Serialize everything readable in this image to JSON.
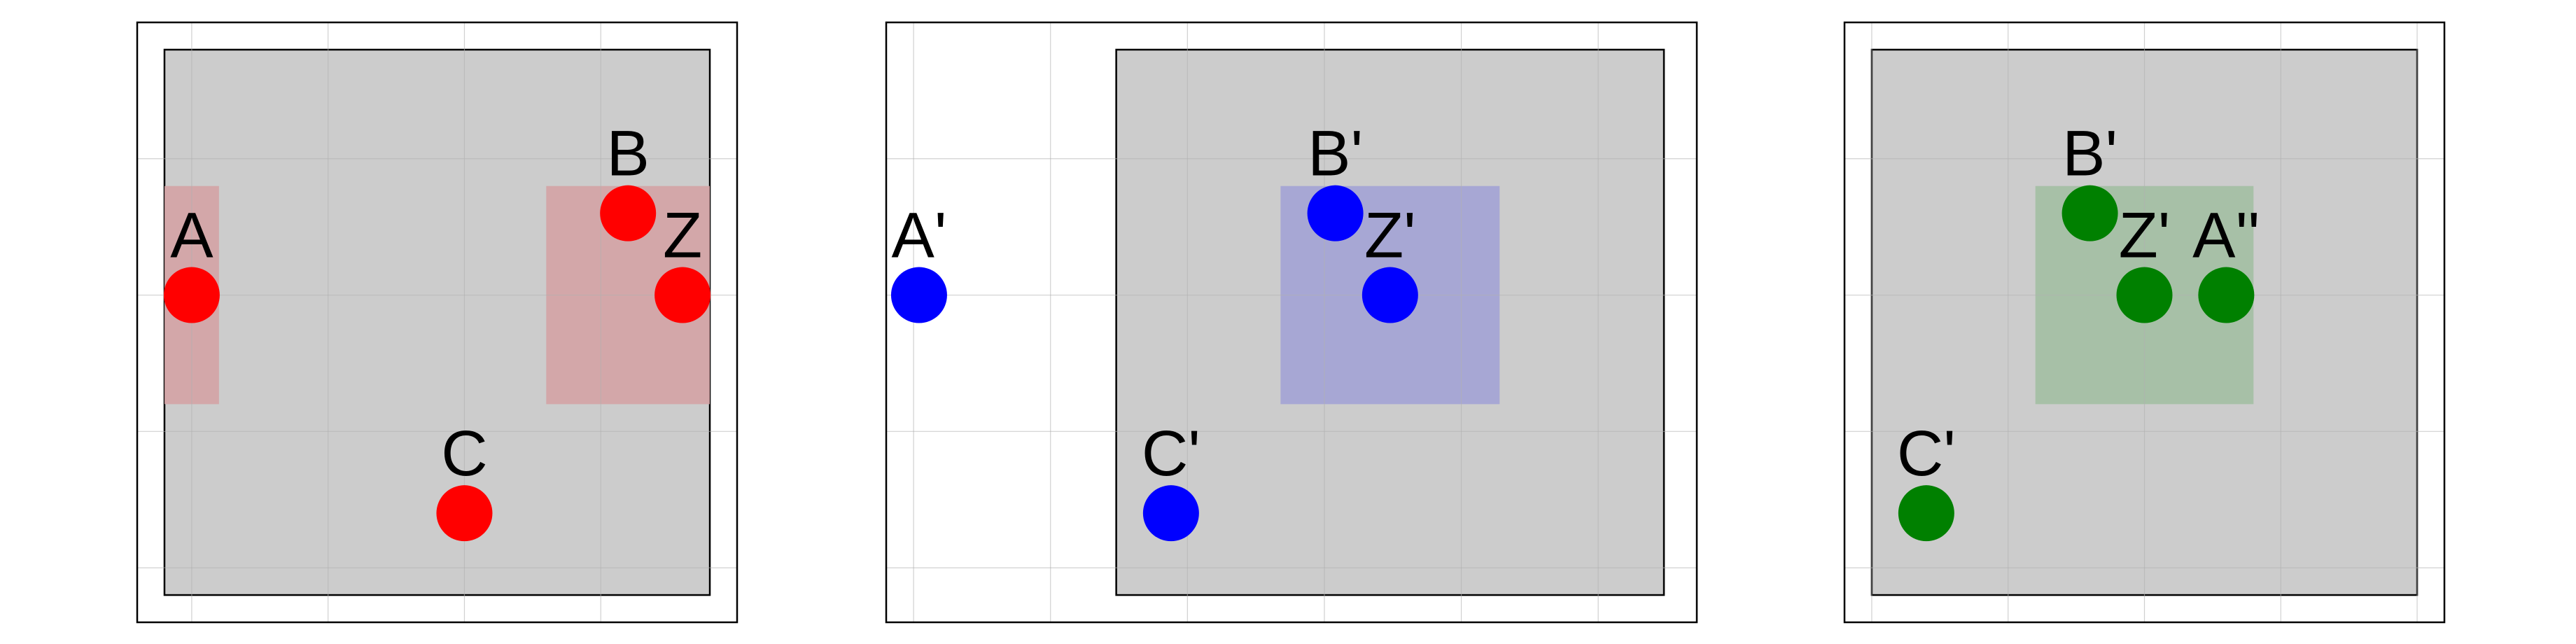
{
  "panels": [
    {
      "id": "left",
      "xlim": [
        -1,
        10
      ],
      "ylim": [
        -1,
        10
      ],
      "gray_box": [
        -0.5,
        9.5,
        -0.5,
        9.5
      ],
      "highlight_color": "#d4a3a5",
      "highlights": [
        [
          -0.5,
          0.5,
          3,
          7
        ],
        [
          6.5,
          9.5,
          3,
          7
        ]
      ],
      "point_color": "#ff0000",
      "points": [
        {
          "label": "A",
          "x": 0,
          "y": 5
        },
        {
          "label": "B",
          "x": 8,
          "y": 6.5
        },
        {
          "label": "Z",
          "x": 9,
          "y": 5
        },
        {
          "label": "C",
          "x": 5,
          "y": 1
        }
      ]
    },
    {
      "id": "middle",
      "xlim": [
        -13,
        1.8
      ],
      "ylim": [
        -1,
        10
      ],
      "gray_box": [
        -8.8,
        1.2,
        -0.5,
        9.5
      ],
      "highlight_color": "#a3a3d5",
      "highlights": [
        [
          -5.8,
          -1.8,
          3,
          7
        ]
      ],
      "point_color": "#0000ff",
      "points": [
        {
          "label": "A'",
          "x": -12.4,
          "y": 5
        },
        {
          "label": "B'",
          "x": -4.8,
          "y": 6.5
        },
        {
          "label": "Z'",
          "x": -3.8,
          "y": 5
        },
        {
          "label": "C'",
          "x": -7.8,
          "y": 1
        }
      ]
    },
    {
      "id": "right",
      "xlim": [
        -13,
        -2
      ],
      "ylim": [
        -1,
        10
      ],
      "gray_box": [
        -12.5,
        -2.5,
        -0.5,
        9.5
      ],
      "highlight_color": "#a3bfa3",
      "highlights": [
        [
          -9.5,
          -5.5,
          3,
          7
        ]
      ],
      "point_color": "#008000",
      "points": [
        {
          "label": "B'",
          "x": -8.5,
          "y": 6.5
        },
        {
          "label": "Z'",
          "x": -7.5,
          "y": 5
        },
        {
          "label": "A''",
          "x": -6,
          "y": 5
        },
        {
          "label": "C'",
          "x": -11.5,
          "y": 1
        }
      ]
    }
  ],
  "colors": {
    "gray_box": "#cccccc",
    "grid": "#b0b0b0",
    "frame": "#000000",
    "label": "#000000"
  }
}
